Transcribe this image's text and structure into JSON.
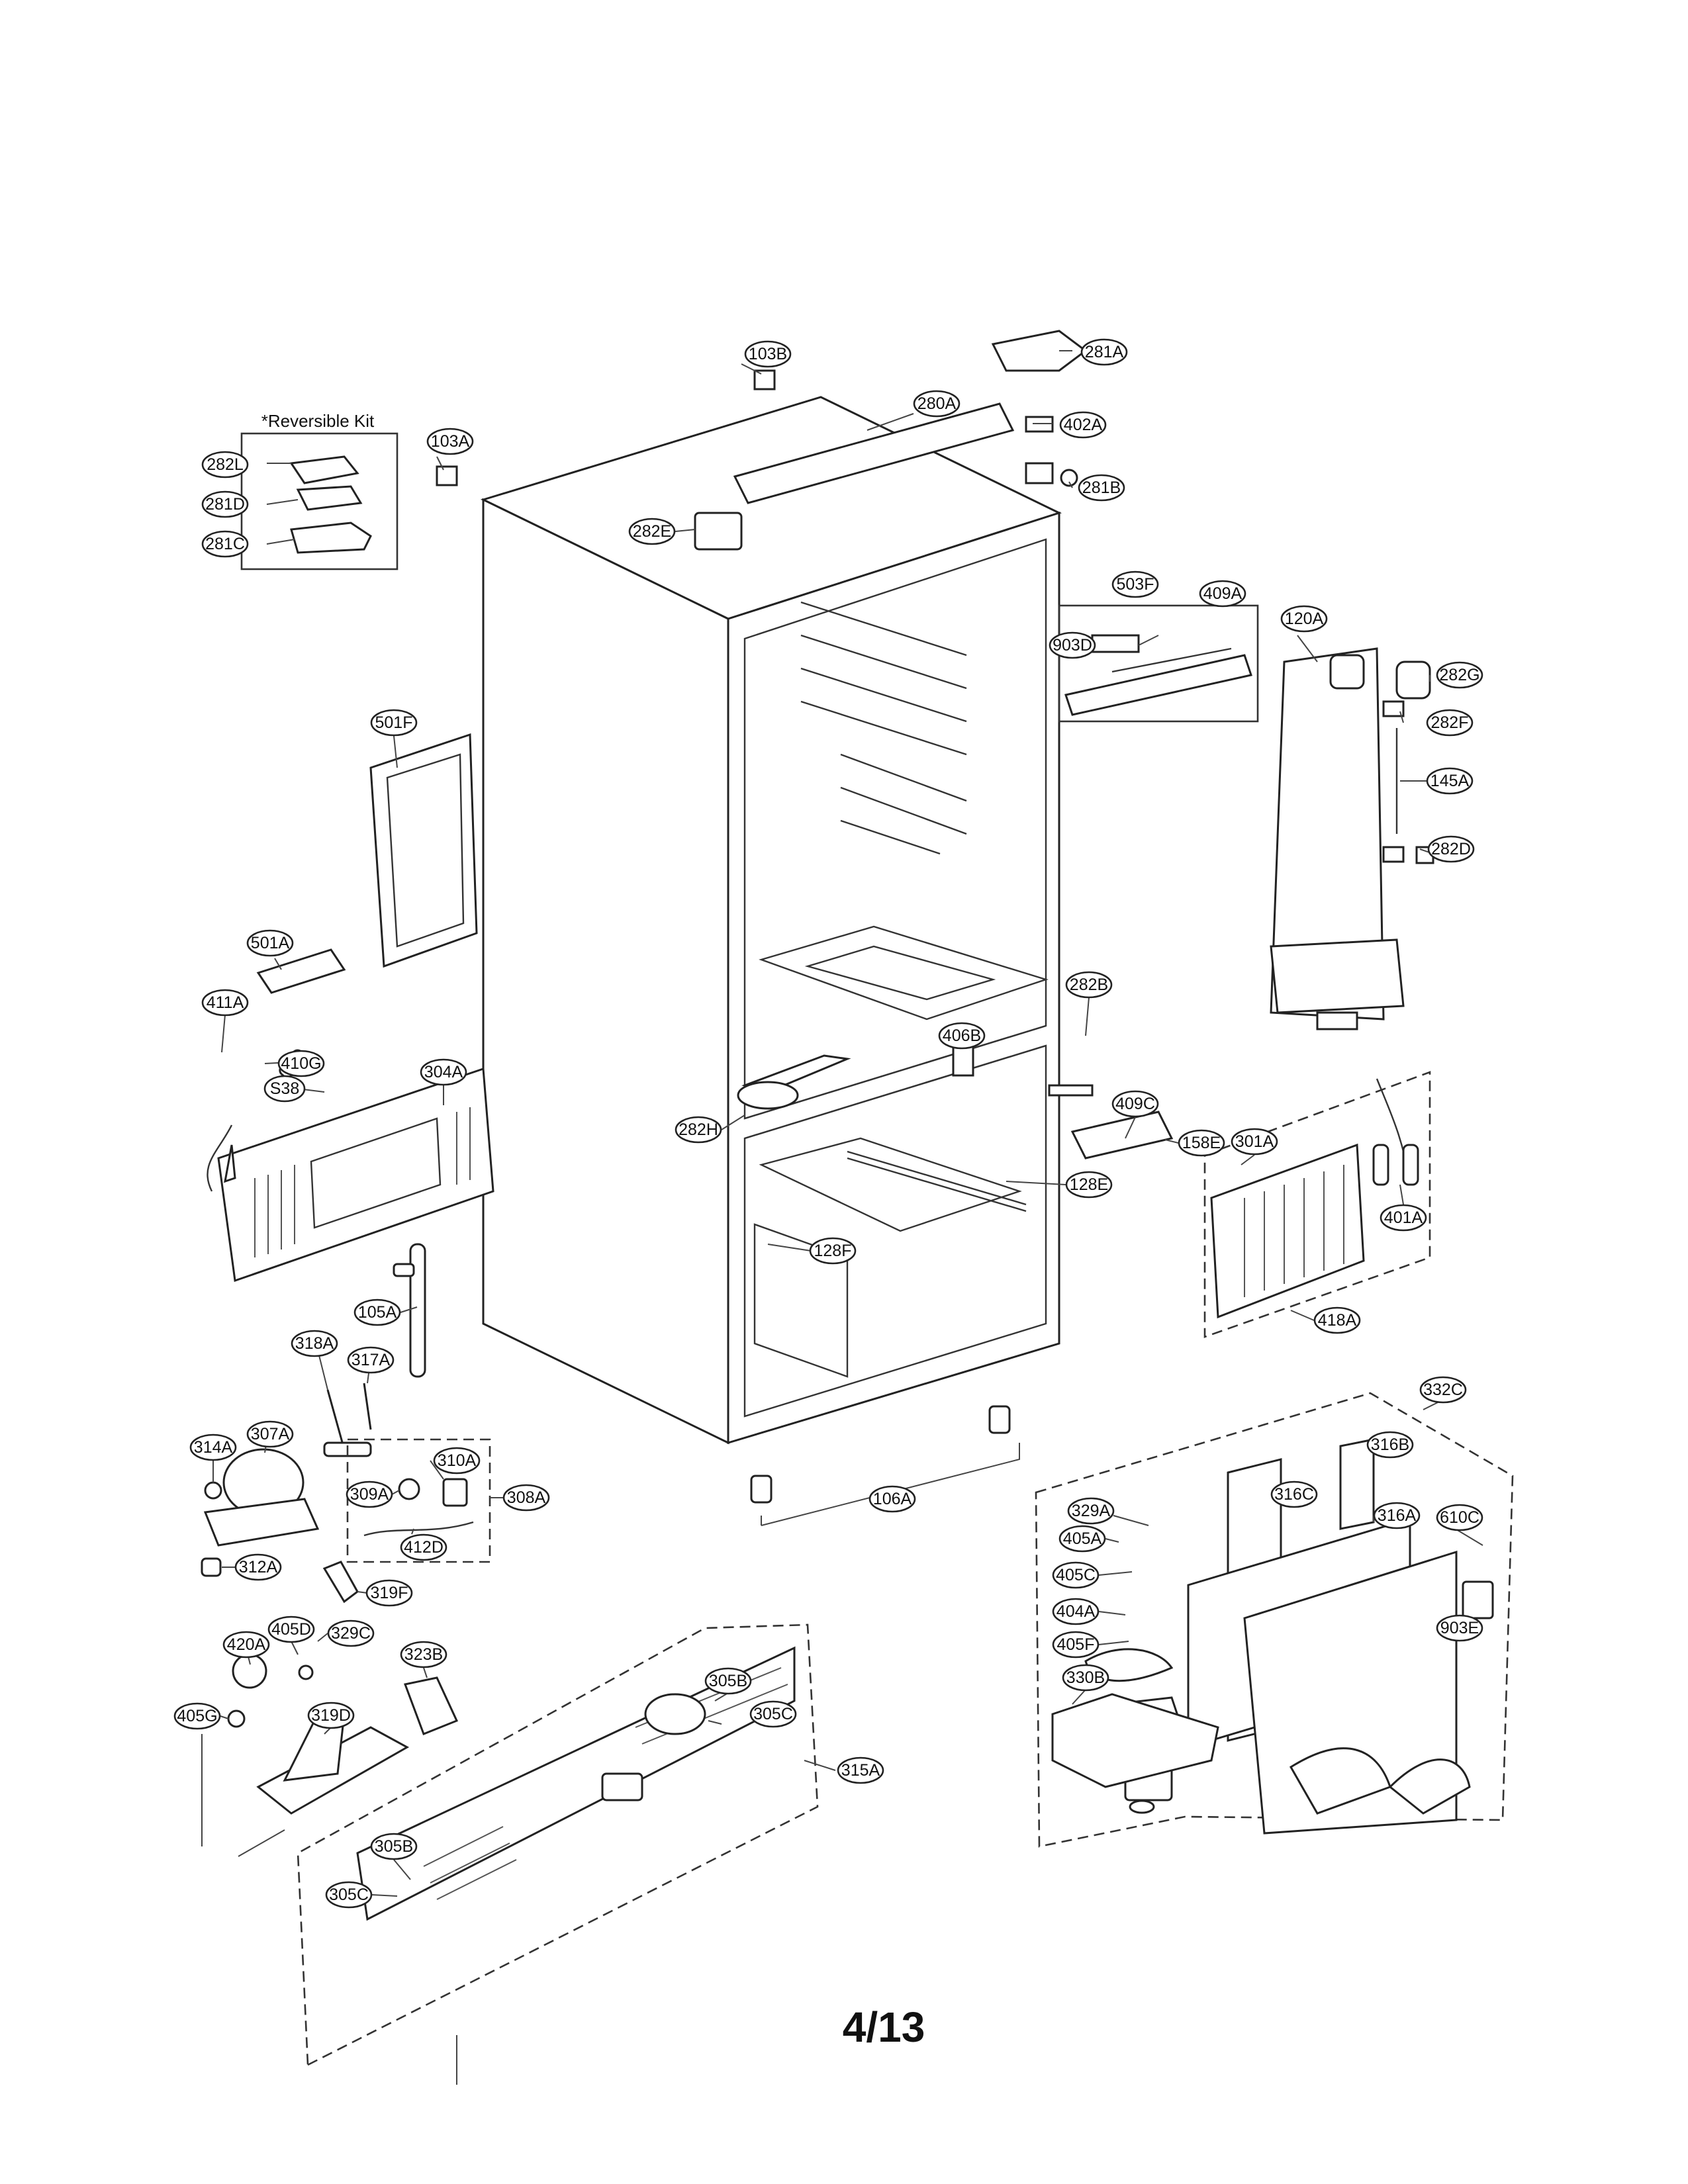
{
  "kit_label": "*Reversible Kit",
  "page_number": "4/13",
  "callouts": [
    "103B",
    "281A",
    "280A",
    "402A",
    "281B",
    "103A",
    "282L",
    "281D",
    "281C",
    "282E",
    "503F",
    "409A",
    "903D",
    "120A",
    "282G",
    "282F",
    "145A",
    "282D",
    "501F",
    "501A",
    "411A",
    "410G",
    "S38",
    "304A",
    "282B",
    "406B",
    "409C",
    "158E",
    "282H",
    "301A",
    "401A",
    "128E",
    "418A",
    "128F",
    "105A",
    "318A",
    "317A",
    "314A",
    "307A",
    "310A",
    "309A",
    "308A",
    "412D",
    "312A",
    "319F",
    "106A",
    "332C",
    "316B",
    "329A",
    "316C",
    "316A",
    "610C",
    "405A",
    "405C",
    "404A",
    "903E",
    "405F",
    "330B",
    "420A",
    "405D",
    "329C",
    "323B",
    "405G",
    "319D",
    "305B",
    "305C",
    "315A",
    "305B",
    "305C"
  ]
}
